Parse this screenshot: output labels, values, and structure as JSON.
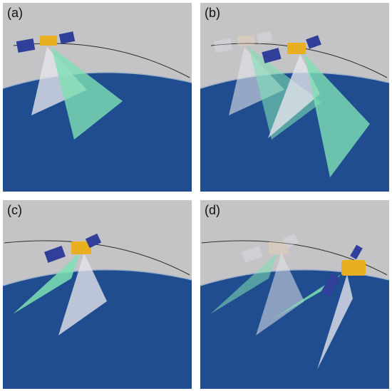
{
  "panels": [
    {
      "label": "(a)"
    },
    {
      "label": "(b)"
    },
    {
      "label": "(c)"
    },
    {
      "label": "(d)"
    }
  ],
  "colors": {
    "sky": "#c4c4c6",
    "earth": "#1f4d8f",
    "earth_edge": "#9fb2c8",
    "orbit": "#2a2a2a",
    "beam_white": "#e4e4ea",
    "beam_green": "#7ee0b4",
    "satellite_body": "#e8b020",
    "solar_panel": "#2f3f9a"
  }
}
